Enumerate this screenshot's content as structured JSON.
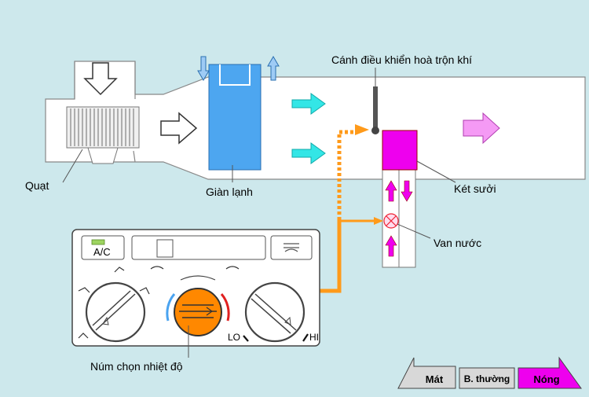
{
  "labels": {
    "fan": "Quạt",
    "evaporator": "Giàn lạnh",
    "mix_damper": "Cánh điều khiển hoà trộn khí",
    "heater_core": "Két sưởi",
    "water_valve": "Van nước",
    "temp_knob": "Núm chọn nhiệt độ"
  },
  "panel": {
    "ac_label": "A/C",
    "lo_label": "LO",
    "hi_label": "HI"
  },
  "buttons": {
    "cool": "Mát",
    "normal": "B. thường",
    "hot": "Nóng"
  },
  "colors": {
    "background": "#cde8ec",
    "evaporator": "#4da6f0",
    "heater": "#ee00ee",
    "flow": "#ff9a1a",
    "cold_air": "#33e6e6",
    "warm_air": "#f59af5",
    "knob": "#ff8800"
  }
}
